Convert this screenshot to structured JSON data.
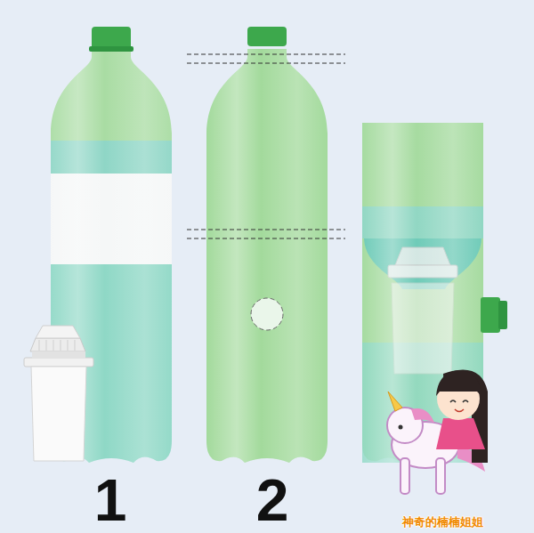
{
  "diagram": {
    "labels": [
      "1",
      "2",
      "神奇的楠楠姐姐"
    ]
  }
}
